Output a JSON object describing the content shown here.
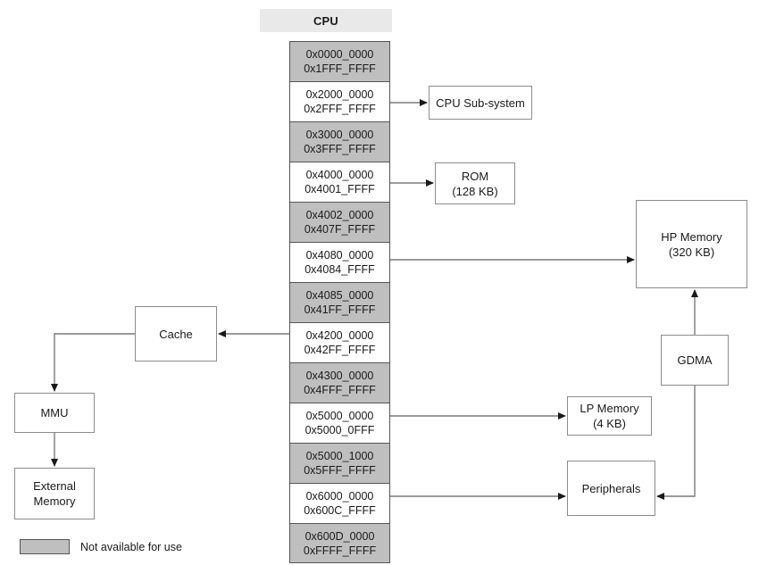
{
  "diagram": {
    "title": "CPU",
    "background": "#ffffff",
    "colors": {
      "unavailable_fill": "#bfbfbf",
      "available_fill": "#ffffff",
      "header_fill": "#e9e9e9",
      "border": "#555555",
      "box_border": "#8c8c8c",
      "connector": "#7a7a7a",
      "text": "#1a1a1a"
    }
  },
  "cpu_column": {
    "header_label": "CPU",
    "rows": [
      {
        "start": "0x0000_0000",
        "end": "0x1FFF_FFFF",
        "available": false
      },
      {
        "start": "0x2000_0000",
        "end": "0x2FFF_FFFF",
        "available": true
      },
      {
        "start": "0x3000_0000",
        "end": "0x3FFF_FFFF",
        "available": false
      },
      {
        "start": "0x4000_0000",
        "end": "0x4001_FFFF",
        "available": true
      },
      {
        "start": "0x4002_0000",
        "end": "0x407F_FFFF",
        "available": false
      },
      {
        "start": "0x4080_0000",
        "end": "0x4084_FFFF",
        "available": true
      },
      {
        "start": "0x4085_0000",
        "end": "0x41FF_FFFF",
        "available": false
      },
      {
        "start": "0x4200_0000",
        "end": "0x42FF_FFFF",
        "available": true
      },
      {
        "start": "0x4300_0000",
        "end": "0x4FFF_FFFF",
        "available": false
      },
      {
        "start": "0x5000_0000",
        "end": "0x5000_0FFF",
        "available": true
      },
      {
        "start": "0x5000_1000",
        "end": "0x5FFF_FFFF",
        "available": false
      },
      {
        "start": "0x6000_0000",
        "end": "0x600C_FFFF",
        "available": true
      },
      {
        "start": "0x600D_0000",
        "end": "0xFFFF_FFFF",
        "available": false
      }
    ]
  },
  "blocks": {
    "cpu_subsystem": {
      "label": "CPU Sub-system",
      "sublabel": ""
    },
    "rom": {
      "label": "ROM",
      "sublabel": "(128 KB)"
    },
    "hp_memory": {
      "label": "HP Memory",
      "sublabel": "(320 KB)"
    },
    "cache": {
      "label": "Cache",
      "sublabel": ""
    },
    "gdma": {
      "label": "GDMA",
      "sublabel": ""
    },
    "lp_memory": {
      "label": "LP Memory",
      "sublabel": "(4 KB)"
    },
    "mmu": {
      "label": "MMU",
      "sublabel": ""
    },
    "peripherals": {
      "label": "Peripherals",
      "sublabel": ""
    },
    "external_memory": {
      "label": "External",
      "sublabel": "Memory"
    }
  },
  "connections": [
    {
      "from": "0x2000_0000",
      "to": "cpu_subsystem",
      "direction": "right"
    },
    {
      "from": "0x4000_0000",
      "to": "rom",
      "direction": "right"
    },
    {
      "from": "0x4080_0000",
      "to": "hp_memory",
      "direction": "right"
    },
    {
      "from": "0x4200_0000",
      "to": "cache",
      "direction": "left"
    },
    {
      "from": "0x5000_0000",
      "to": "lp_memory",
      "direction": "right"
    },
    {
      "from": "0x6000_0000",
      "to": "peripherals",
      "direction": "right"
    },
    {
      "from": "cache",
      "to": "mmu",
      "direction": "down"
    },
    {
      "from": "mmu",
      "to": "external_memory",
      "direction": "down"
    },
    {
      "from": "gdma",
      "to": "hp_memory",
      "direction": "up"
    },
    {
      "from": "gdma",
      "to": "peripherals",
      "direction": "left"
    }
  ],
  "legend": {
    "label": "Not available for use",
    "swatch_color": "#bfbfbf"
  }
}
